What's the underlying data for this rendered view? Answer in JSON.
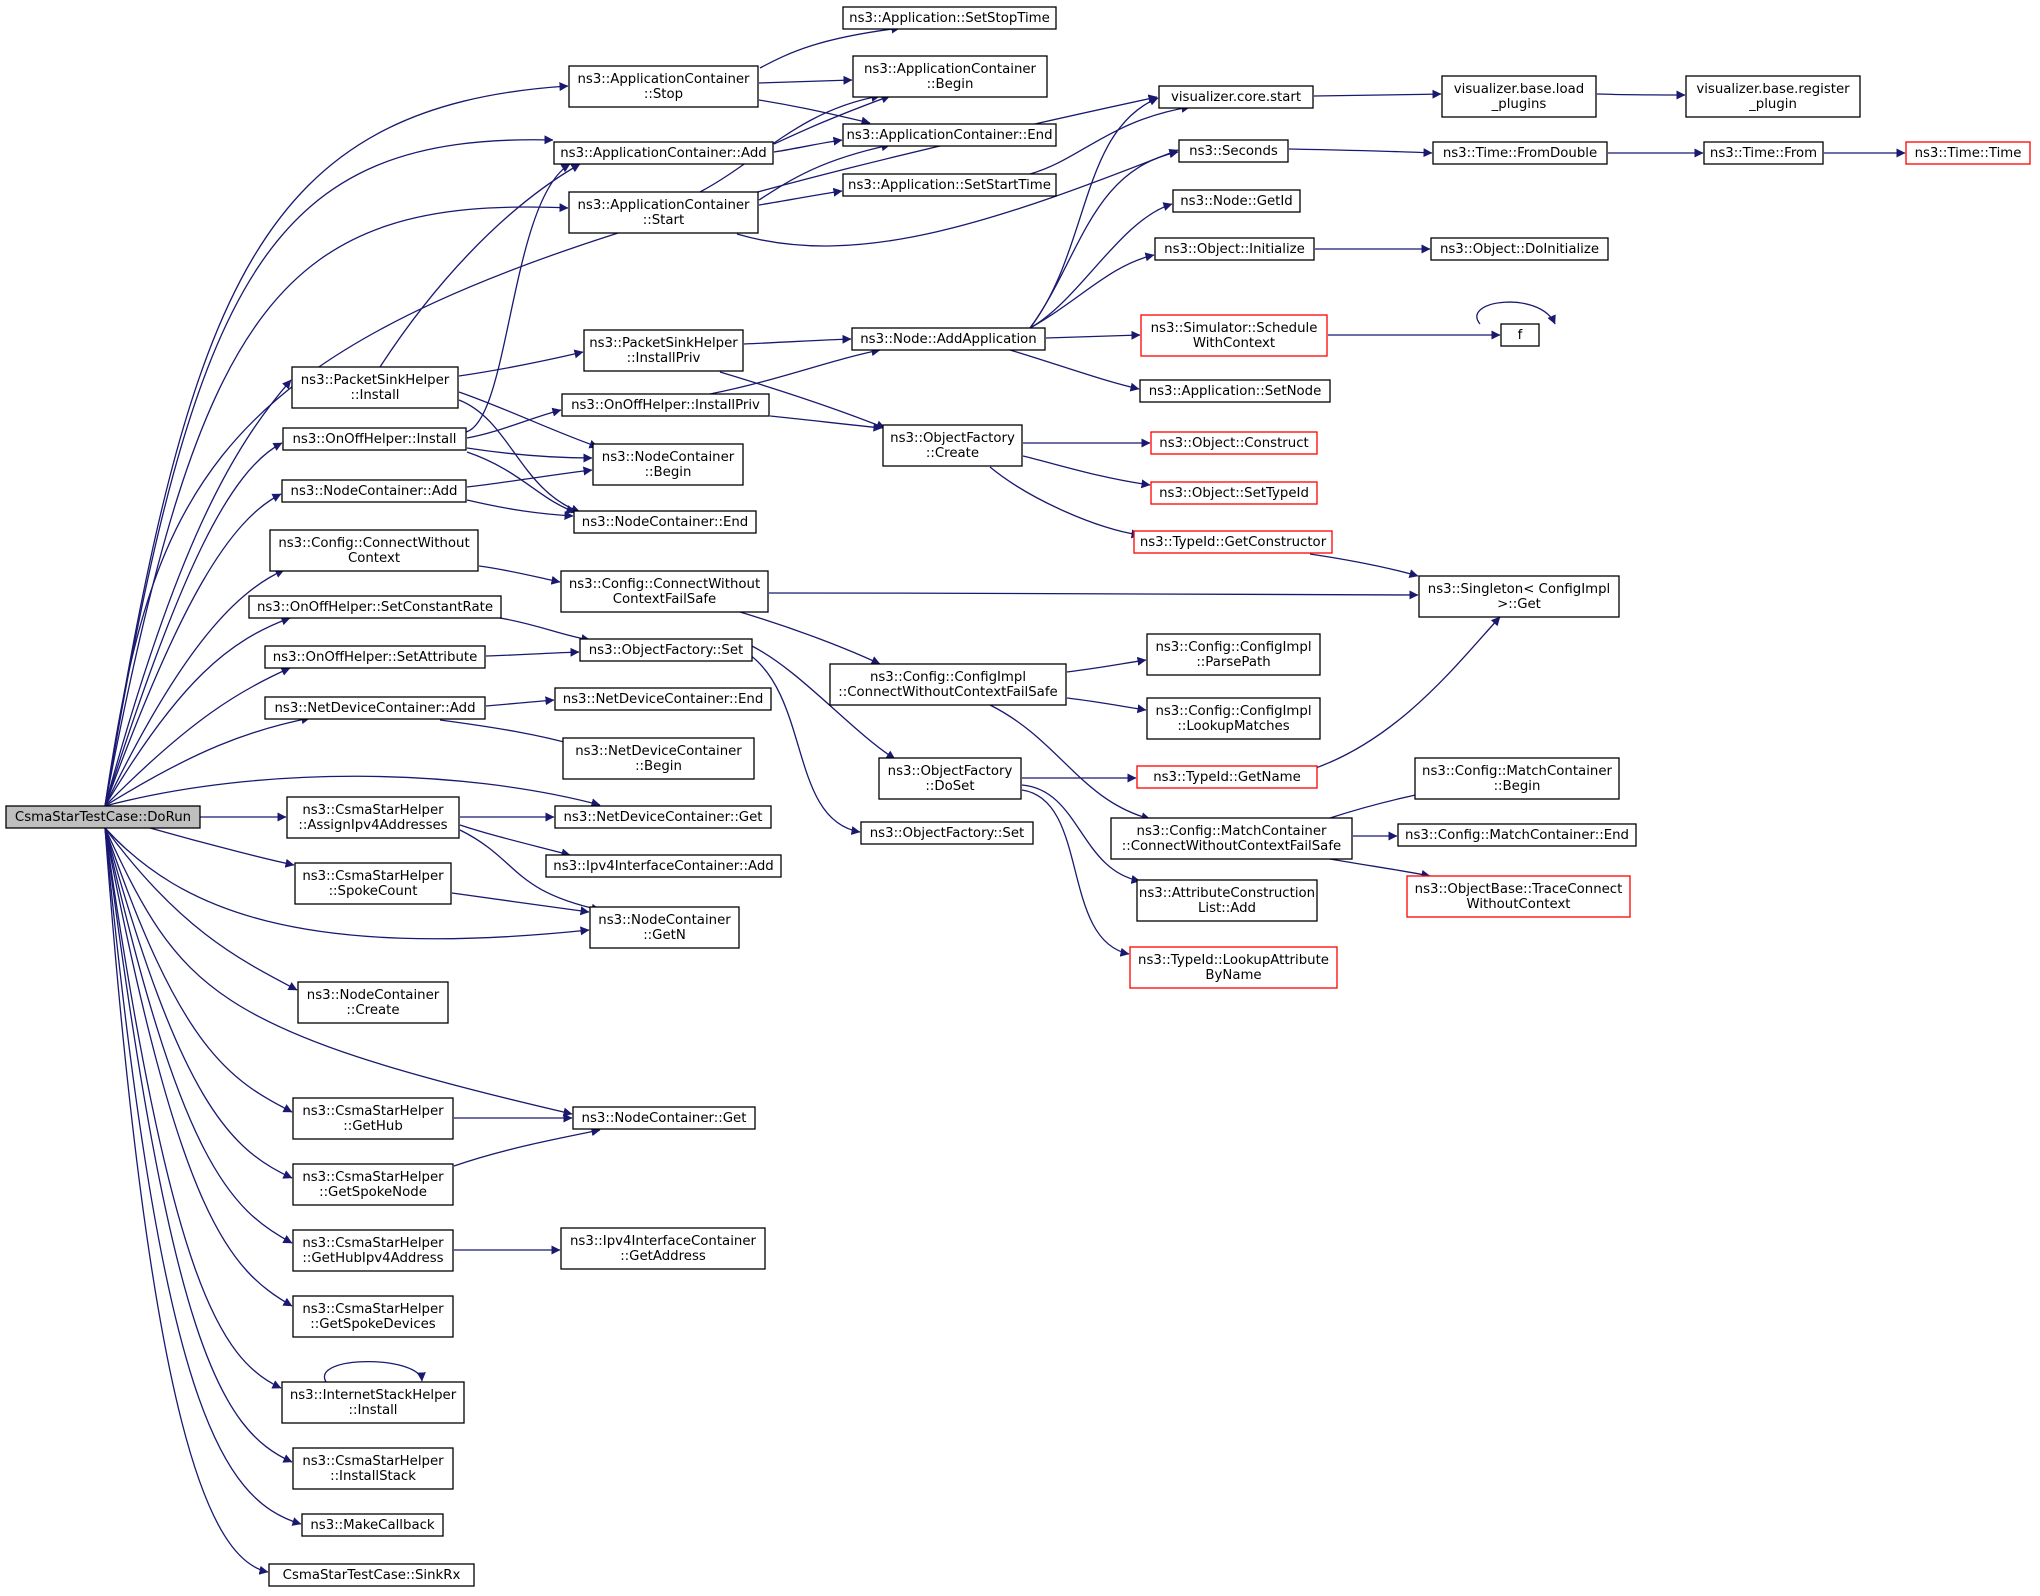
{
  "diagram": {
    "colors": {
      "edge": "#191970",
      "node_border": "#000000",
      "external_border": "#ff0000",
      "root_fill": "#bfbfbf",
      "fill": "#ffffff"
    },
    "nodes": [
      {
        "id": "root",
        "lines": [
          "CsmaStarTestCase::DoRun"
        ],
        "root": true
      },
      {
        "id": "app_stoptime",
        "lines": [
          "ns3::Application::SetStopTime"
        ]
      },
      {
        "id": "ac_stop",
        "lines": [
          "ns3::ApplicationContainer",
          "::Stop"
        ]
      },
      {
        "id": "ac_begin",
        "lines": [
          "ns3::ApplicationContainer",
          "::Begin"
        ]
      },
      {
        "id": "ac_end",
        "lines": [
          "ns3::ApplicationContainer::End"
        ]
      },
      {
        "id": "ac_add",
        "lines": [
          "ns3::ApplicationContainer::Add"
        ]
      },
      {
        "id": "ac_start",
        "lines": [
          "ns3::ApplicationContainer",
          "::Start"
        ]
      },
      {
        "id": "app_starttime",
        "lines": [
          "ns3::Application::SetStartTime"
        ]
      },
      {
        "id": "viz_start",
        "lines": [
          "visualizer.core.start"
        ]
      },
      {
        "id": "viz_load",
        "lines": [
          "visualizer.base.load",
          "_plugins"
        ]
      },
      {
        "id": "viz_register",
        "lines": [
          "visualizer.base.register",
          "_plugin"
        ]
      },
      {
        "id": "seconds",
        "lines": [
          "ns3::Seconds"
        ]
      },
      {
        "id": "fromdouble",
        "lines": [
          "ns3::Time::FromDouble"
        ]
      },
      {
        "id": "time_from",
        "lines": [
          "ns3::Time::From"
        ]
      },
      {
        "id": "time_time",
        "lines": [
          "ns3::Time::Time"
        ],
        "external": true
      },
      {
        "id": "node_getid",
        "lines": [
          "ns3::Node::GetId"
        ]
      },
      {
        "id": "obj_init",
        "lines": [
          "ns3::Object::Initialize"
        ]
      },
      {
        "id": "obj_doinit",
        "lines": [
          "ns3::Object::DoInitialize"
        ]
      },
      {
        "id": "sim_schedule",
        "lines": [
          "ns3::Simulator::Schedule",
          "WithContext"
        ],
        "external": true
      },
      {
        "id": "f",
        "lines": [
          "f"
        ]
      },
      {
        "id": "psh_install",
        "lines": [
          "ns3::PacketSinkHelper",
          "::Install"
        ]
      },
      {
        "id": "psh_installpriv",
        "lines": [
          "ns3::PacketSinkHelper",
          "::InstallPriv"
        ]
      },
      {
        "id": "node_addapp",
        "lines": [
          "ns3::Node::AddApplication"
        ]
      },
      {
        "id": "app_setnode",
        "lines": [
          "ns3::Application::SetNode"
        ]
      },
      {
        "id": "onoff_install",
        "lines": [
          "ns3::OnOffHelper::Install"
        ]
      },
      {
        "id": "onoff_installpriv",
        "lines": [
          "ns3::OnOffHelper::InstallPriv"
        ]
      },
      {
        "id": "of_create",
        "lines": [
          "ns3::ObjectFactory",
          "::Create"
        ]
      },
      {
        "id": "obj_construct",
        "lines": [
          "ns3::Object::Construct"
        ],
        "external": true
      },
      {
        "id": "obj_settypeid",
        "lines": [
          "ns3::Object::SetTypeId"
        ],
        "external": true
      },
      {
        "id": "nc_begin",
        "lines": [
          "ns3::NodeContainer",
          "::Begin"
        ]
      },
      {
        "id": "nc_add",
        "lines": [
          "ns3::NodeContainer::Add"
        ]
      },
      {
        "id": "nc_end",
        "lines": [
          "ns3::NodeContainer::End"
        ]
      },
      {
        "id": "typeid_getctor",
        "lines": [
          "ns3::TypeId::GetConstructor"
        ],
        "external": true
      },
      {
        "id": "cfg_connect",
        "lines": [
          "ns3::Config::ConnectWithout",
          "Context"
        ]
      },
      {
        "id": "cfg_connectfs",
        "lines": [
          "ns3::Config::ConnectWithout",
          "ContextFailSafe"
        ]
      },
      {
        "id": "singleton_get",
        "lines": [
          "ns3::Singleton< ConfigImpl",
          ">::Get"
        ]
      },
      {
        "id": "onoff_setrate",
        "lines": [
          "ns3::OnOffHelper::SetConstantRate"
        ]
      },
      {
        "id": "onoff_setattr",
        "lines": [
          "ns3::OnOffHelper::SetAttribute"
        ]
      },
      {
        "id": "of_set",
        "lines": [
          "ns3::ObjectFactory::Set"
        ]
      },
      {
        "id": "cfgimpl_connect",
        "lines": [
          "ns3::Config::ConfigImpl",
          "::ConnectWithoutContextFailSafe"
        ]
      },
      {
        "id": "cfgimpl_parse",
        "lines": [
          "ns3::Config::ConfigImpl",
          "::ParsePath"
        ]
      },
      {
        "id": "ndc_add",
        "lines": [
          "ns3::NetDeviceContainer::Add"
        ]
      },
      {
        "id": "ndc_end",
        "lines": [
          "ns3::NetDeviceContainer::End"
        ]
      },
      {
        "id": "cfgimpl_lookup",
        "lines": [
          "ns3::Config::ConfigImpl",
          "::LookupMatches"
        ]
      },
      {
        "id": "ndc_begin",
        "lines": [
          "ns3::NetDeviceContainer",
          "::Begin"
        ]
      },
      {
        "id": "of_doset",
        "lines": [
          "ns3::ObjectFactory",
          "::DoSet"
        ]
      },
      {
        "id": "typeid_getname",
        "lines": [
          "ns3::TypeId::GetName"
        ],
        "external": true
      },
      {
        "id": "mc_begin",
        "lines": [
          "ns3::Config::MatchContainer",
          "::Begin"
        ]
      },
      {
        "id": "csh_assign",
        "lines": [
          "ns3::CsmaStarHelper",
          "::AssignIpv4Addresses"
        ]
      },
      {
        "id": "ndc_get",
        "lines": [
          "ns3::NetDeviceContainer::Get"
        ]
      },
      {
        "id": "of_set2",
        "lines": [
          "ns3::ObjectFactory::Set"
        ]
      },
      {
        "id": "mc_connect",
        "lines": [
          "ns3::Config::MatchContainer",
          "::ConnectWithoutContextFailSafe"
        ]
      },
      {
        "id": "mc_end",
        "lines": [
          "ns3::Config::MatchContainer::End"
        ]
      },
      {
        "id": "ipv4ic_add",
        "lines": [
          "ns3::Ipv4InterfaceContainer::Add"
        ]
      },
      {
        "id": "ob_trace",
        "lines": [
          "ns3::ObjectBase::TraceConnect",
          "WithoutContext"
        ],
        "external": true
      },
      {
        "id": "csh_spokecount",
        "lines": [
          "ns3::CsmaStarHelper",
          "::SpokeCount"
        ]
      },
      {
        "id": "attr_list_add",
        "lines": [
          "ns3::AttributeConstruction",
          "List::Add"
        ]
      },
      {
        "id": "nc_getn",
        "lines": [
          "ns3::NodeContainer",
          "::GetN"
        ]
      },
      {
        "id": "typeid_lookup",
        "lines": [
          "ns3::TypeId::LookupAttribute",
          "ByName"
        ],
        "external": true
      },
      {
        "id": "nc_create",
        "lines": [
          "ns3::NodeContainer",
          "::Create"
        ]
      },
      {
        "id": "csh_gethub",
        "lines": [
          "ns3::CsmaStarHelper",
          "::GetHub"
        ]
      },
      {
        "id": "nc_get",
        "lines": [
          "ns3::NodeContainer::Get"
        ]
      },
      {
        "id": "csh_getspoke",
        "lines": [
          "ns3::CsmaStarHelper",
          "::GetSpokeNode"
        ]
      },
      {
        "id": "csh_gethubip",
        "lines": [
          "ns3::CsmaStarHelper",
          "::GetHubIpv4Address"
        ]
      },
      {
        "id": "ipv4ic_getaddr",
        "lines": [
          "ns3::Ipv4InterfaceContainer",
          "::GetAddress"
        ]
      },
      {
        "id": "csh_getspokedev",
        "lines": [
          "ns3::CsmaStarHelper",
          "::GetSpokeDevices"
        ]
      },
      {
        "id": "ish_install",
        "lines": [
          "ns3::InternetStackHelper",
          "::Install"
        ]
      },
      {
        "id": "csh_installstack",
        "lines": [
          "ns3::CsmaStarHelper",
          "::InstallStack"
        ]
      },
      {
        "id": "makecallback",
        "lines": [
          "ns3::MakeCallback"
        ]
      },
      {
        "id": "sinkrx",
        "lines": [
          "CsmaStarTestCase::SinkRx"
        ]
      }
    ],
    "edges": [
      [
        "root",
        "ac_stop"
      ],
      [
        "root",
        "ac_add"
      ],
      [
        "root",
        "ac_start"
      ],
      [
        "root",
        "viz_start"
      ],
      [
        "root",
        "psh_install"
      ],
      [
        "root",
        "onoff_install"
      ],
      [
        "root",
        "nc_add"
      ],
      [
        "root",
        "cfg_connect"
      ],
      [
        "root",
        "onoff_setrate"
      ],
      [
        "root",
        "onoff_setattr"
      ],
      [
        "root",
        "ndc_add"
      ],
      [
        "root",
        "ndc_get"
      ],
      [
        "root",
        "csh_assign"
      ],
      [
        "root",
        "csh_spokecount"
      ],
      [
        "root",
        "nc_getn"
      ],
      [
        "root",
        "nc_create"
      ],
      [
        "root",
        "nc_get"
      ],
      [
        "root",
        "csh_gethub"
      ],
      [
        "root",
        "csh_getspoke"
      ],
      [
        "root",
        "csh_gethubip"
      ],
      [
        "root",
        "csh_getspokedev"
      ],
      [
        "root",
        "ish_install"
      ],
      [
        "root",
        "csh_installstack"
      ],
      [
        "root",
        "makecallback"
      ],
      [
        "root",
        "sinkrx"
      ],
      [
        "ac_stop",
        "app_stoptime"
      ],
      [
        "ac_stop",
        "ac_begin"
      ],
      [
        "ac_stop",
        "ac_end"
      ],
      [
        "ac_add",
        "ac_begin"
      ],
      [
        "ac_add",
        "ac_end"
      ],
      [
        "ac_start",
        "ac_begin"
      ],
      [
        "ac_start",
        "ac_end"
      ],
      [
        "ac_start",
        "app_starttime"
      ],
      [
        "ac_start",
        "seconds"
      ],
      [
        "app_starttime",
        "viz_start"
      ],
      [
        "viz_start",
        "viz_load"
      ],
      [
        "viz_load",
        "viz_register"
      ],
      [
        "seconds",
        "fromdouble"
      ],
      [
        "fromdouble",
        "time_from"
      ],
      [
        "time_from",
        "time_time"
      ],
      [
        "obj_init",
        "obj_doinit"
      ],
      [
        "sim_schedule",
        "f"
      ],
      [
        "f",
        "f"
      ],
      [
        "psh_install",
        "ac_add"
      ],
      [
        "psh_install",
        "psh_installpriv"
      ],
      [
        "psh_install",
        "nc_begin"
      ],
      [
        "psh_install",
        "nc_end"
      ],
      [
        "psh_installpriv",
        "node_addapp"
      ],
      [
        "psh_installpriv",
        "of_create"
      ],
      [
        "node_addapp",
        "viz_start"
      ],
      [
        "node_addapp",
        "seconds"
      ],
      [
        "node_addapp",
        "node_getid"
      ],
      [
        "node_addapp",
        "obj_init"
      ],
      [
        "node_addapp",
        "sim_schedule"
      ],
      [
        "node_addapp",
        "app_setnode"
      ],
      [
        "onoff_install",
        "ac_add"
      ],
      [
        "onoff_install",
        "onoff_installpriv"
      ],
      [
        "onoff_install",
        "nc_begin"
      ],
      [
        "onoff_install",
        "nc_end"
      ],
      [
        "onoff_installpriv",
        "node_addapp"
      ],
      [
        "onoff_installpriv",
        "of_create"
      ],
      [
        "of_create",
        "obj_construct"
      ],
      [
        "of_create",
        "obj_settypeid"
      ],
      [
        "of_create",
        "typeid_getctor"
      ],
      [
        "typeid_getctor",
        "singleton_get"
      ],
      [
        "nc_add",
        "nc_begin"
      ],
      [
        "nc_add",
        "nc_end"
      ],
      [
        "cfg_connect",
        "cfg_connectfs"
      ],
      [
        "cfg_connectfs",
        "singleton_get"
      ],
      [
        "cfg_connectfs",
        "cfgimpl_connect"
      ],
      [
        "onoff_setrate",
        "of_set"
      ],
      [
        "onoff_setattr",
        "of_set"
      ],
      [
        "of_set",
        "of_doset"
      ],
      [
        "of_set",
        "of_set2"
      ],
      [
        "cfgimpl_connect",
        "cfgimpl_parse"
      ],
      [
        "cfgimpl_connect",
        "cfgimpl_lookup"
      ],
      [
        "cfgimpl_connect",
        "mc_connect"
      ],
      [
        "ndc_add",
        "ndc_end"
      ],
      [
        "ndc_add",
        "ndc_begin"
      ],
      [
        "of_doset",
        "typeid_getname"
      ],
      [
        "of_doset",
        "attr_list_add"
      ],
      [
        "of_doset",
        "typeid_lookup"
      ],
      [
        "typeid_getname",
        "singleton_get"
      ],
      [
        "mc_connect",
        "mc_begin"
      ],
      [
        "mc_connect",
        "mc_end"
      ],
      [
        "mc_connect",
        "ob_trace"
      ],
      [
        "csh_assign",
        "ndc_get"
      ],
      [
        "csh_assign",
        "ipv4ic_add"
      ],
      [
        "csh_assign",
        "nc_getn"
      ],
      [
        "csh_spokecount",
        "nc_getn"
      ],
      [
        "csh_gethub",
        "nc_get"
      ],
      [
        "csh_getspoke",
        "nc_get"
      ],
      [
        "csh_gethubip",
        "ipv4ic_getaddr"
      ],
      [
        "ish_install",
        "ish_install"
      ]
    ]
  }
}
